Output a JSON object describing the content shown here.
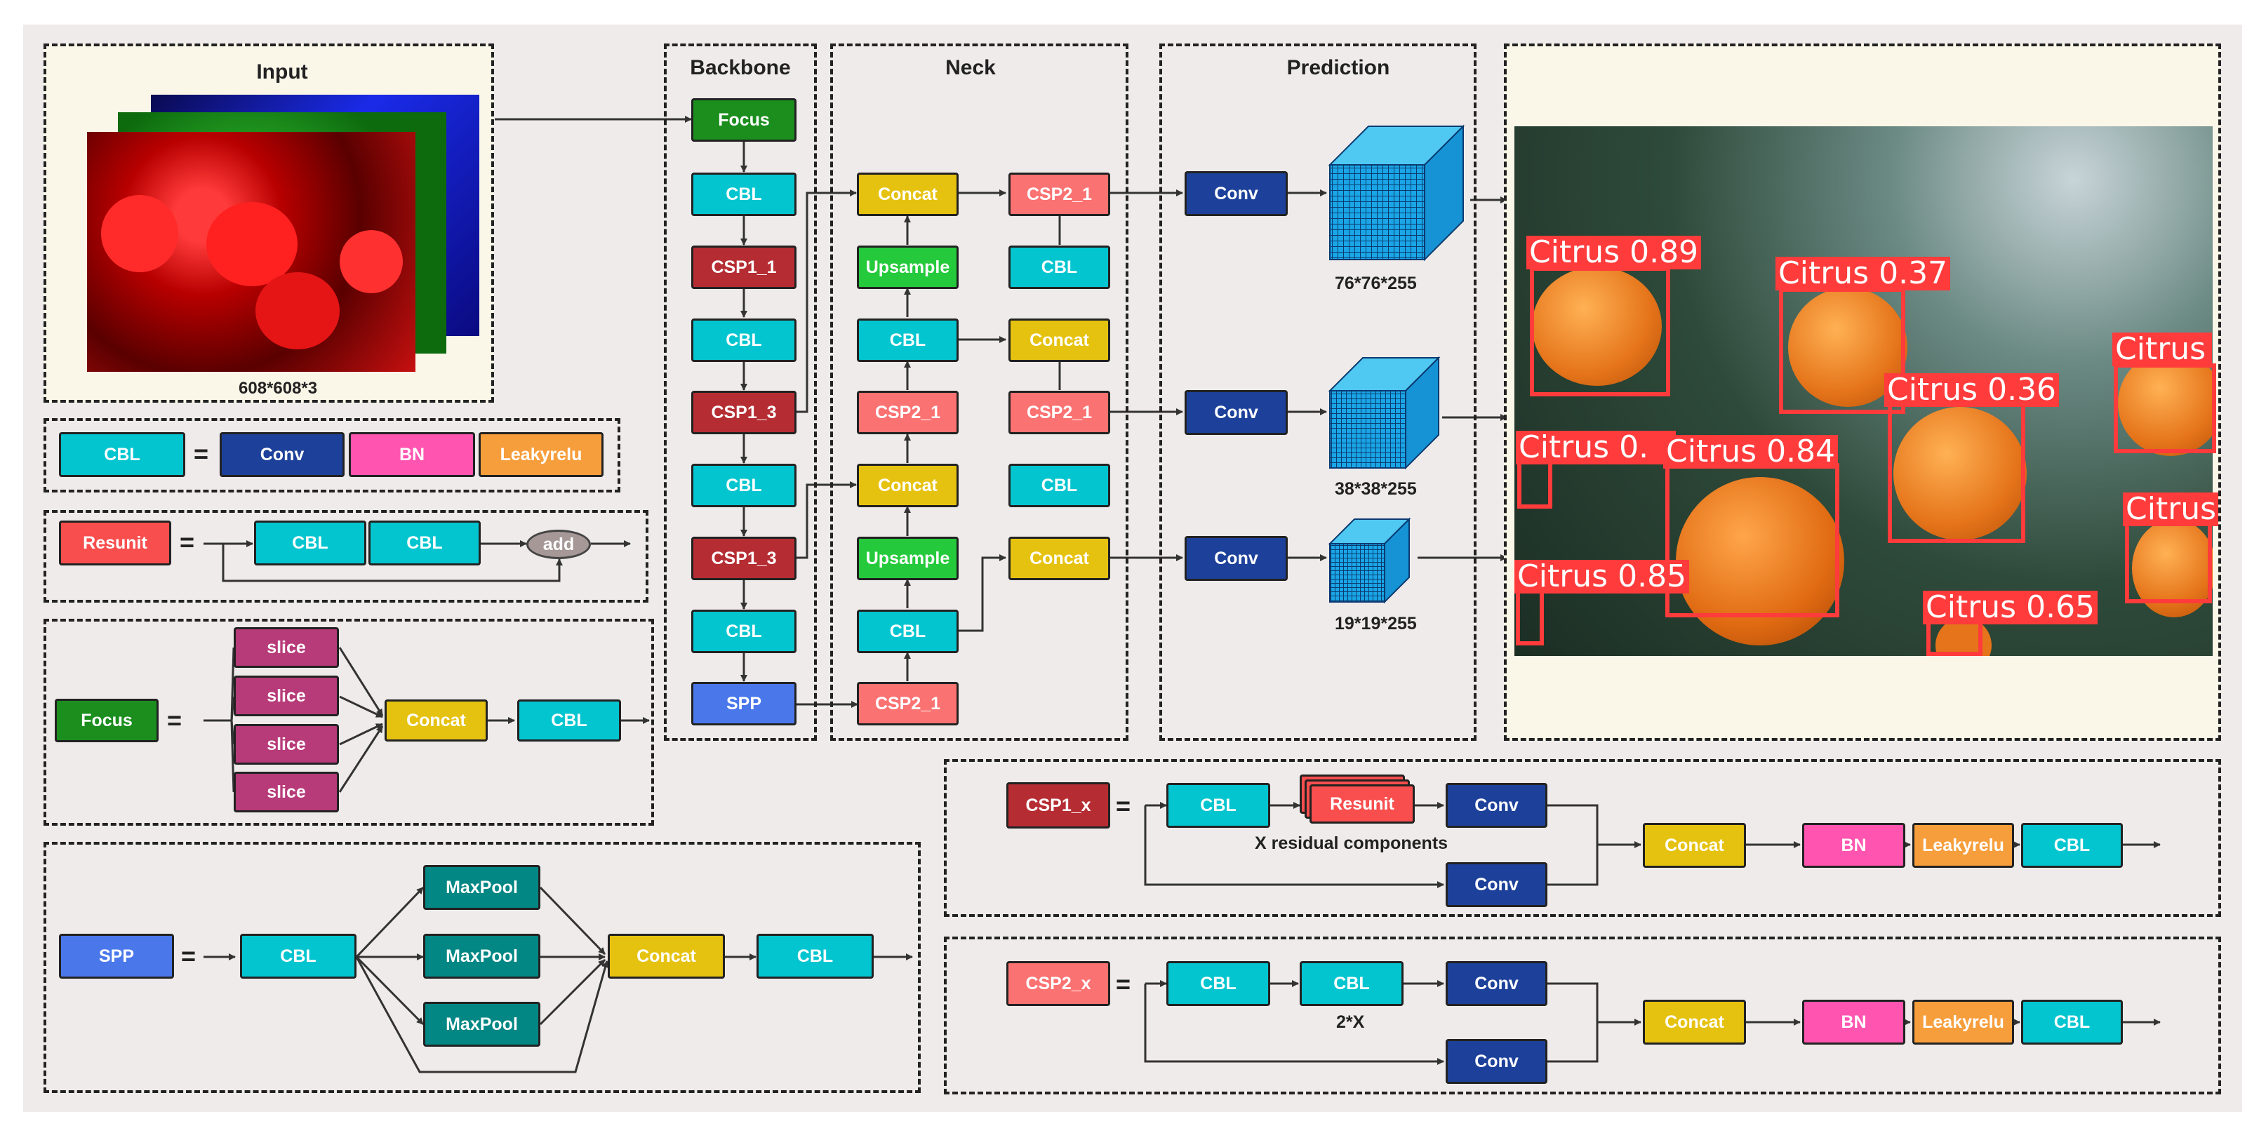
{
  "colors": {
    "cbl": "#03c5cf",
    "conv": "#1d419a",
    "bn": "#ff55b0",
    "leakyrelu": "#f79e3c",
    "focus": "#1b8e1e",
    "csp1": "#b52d33",
    "csp2": "#fb7272",
    "concat": "#e6c210",
    "upsample": "#24ca3b",
    "spp": "#4a78eb",
    "resunit": "#f84e4e",
    "slice": "#b73a79",
    "maxpool": "#038784",
    "detection_box": "#ff3b3b",
    "cube": "#1aa6e6"
  },
  "input": {
    "title": "Input",
    "size": "608*608*3"
  },
  "backbone": {
    "title": "Backbone",
    "focus": "Focus",
    "cbl1": "CBL",
    "csp1_1": "CSP1_1",
    "cbl2": "CBL",
    "csp1_3a": "CSP1_3",
    "cbl3": "CBL",
    "csp1_3b": "CSP1_3",
    "cbl4": "CBL",
    "spp": "SPP"
  },
  "neck": {
    "title": "Neck",
    "concat1": "Concat",
    "upsample1": "Upsample",
    "cbl1": "CBL",
    "csp2_1a": "CSP2_1",
    "concat2": "Concat",
    "upsample2": "Upsample",
    "cbl2": "CBL",
    "csp2_1b": "CSP2_1",
    "out_csp2_1a": "CSP2_1",
    "out_cbl1": "CBL",
    "out_concat1": "Concat",
    "out_csp2_1b": "CSP2_1",
    "out_cbl2": "CBL",
    "out_concat2": "Concat"
  },
  "prediction": {
    "title": "Prediction",
    "conv1": "Conv",
    "conv2": "Conv",
    "conv3": "Conv",
    "size1": "76*76*255",
    "size2": "38*38*255",
    "size3": "19*19*255"
  },
  "detections": [
    {
      "label": "Citrus  0.89"
    },
    {
      "label": "Citrus  0.37"
    },
    {
      "label": "Citrus"
    },
    {
      "label": "Citrus  0.36"
    },
    {
      "label": "Citrus  0."
    },
    {
      "label": "Citrus  0.84"
    },
    {
      "label": "Citrus"
    },
    {
      "label": "Citrus  0.85"
    },
    {
      "label": "Citrus  0.65"
    }
  ],
  "legend_cbl": {
    "cbl": "CBL",
    "eq": "=",
    "conv": "Conv",
    "bn": "BN",
    "leaky": "Leakyrelu"
  },
  "legend_resunit": {
    "resunit": "Resunit",
    "eq": "=",
    "cbl1": "CBL",
    "cbl2": "CBL",
    "add": "add"
  },
  "legend_focus": {
    "focus": "Focus",
    "eq": "=",
    "slice1": "slice",
    "slice2": "slice",
    "slice3": "slice",
    "slice4": "slice",
    "concat": "Concat",
    "cbl": "CBL"
  },
  "legend_spp": {
    "spp": "SPP",
    "eq": "=",
    "cbl1": "CBL",
    "maxpool1": "MaxPool",
    "maxpool2": "MaxPool",
    "maxpool3": "MaxPool",
    "concat": "Concat",
    "cbl2": "CBL"
  },
  "legend_csp1": {
    "csp": "CSP1_x",
    "eq": "=",
    "cbl": "CBL",
    "resunit": "Resunit",
    "note": "X residual components",
    "conv1": "Conv",
    "conv2": "Conv",
    "concat": "Concat",
    "bn": "BN",
    "leaky": "Leakyrelu",
    "cbl_out": "CBL"
  },
  "legend_csp2": {
    "csp": "CSP2_x",
    "eq": "=",
    "cbl1": "CBL",
    "cbl2": "CBL",
    "note": "2*X",
    "conv1": "Conv",
    "conv2": "Conv",
    "concat": "Concat",
    "bn": "BN",
    "leaky": "Leakyrelu",
    "cbl_out": "CBL"
  }
}
